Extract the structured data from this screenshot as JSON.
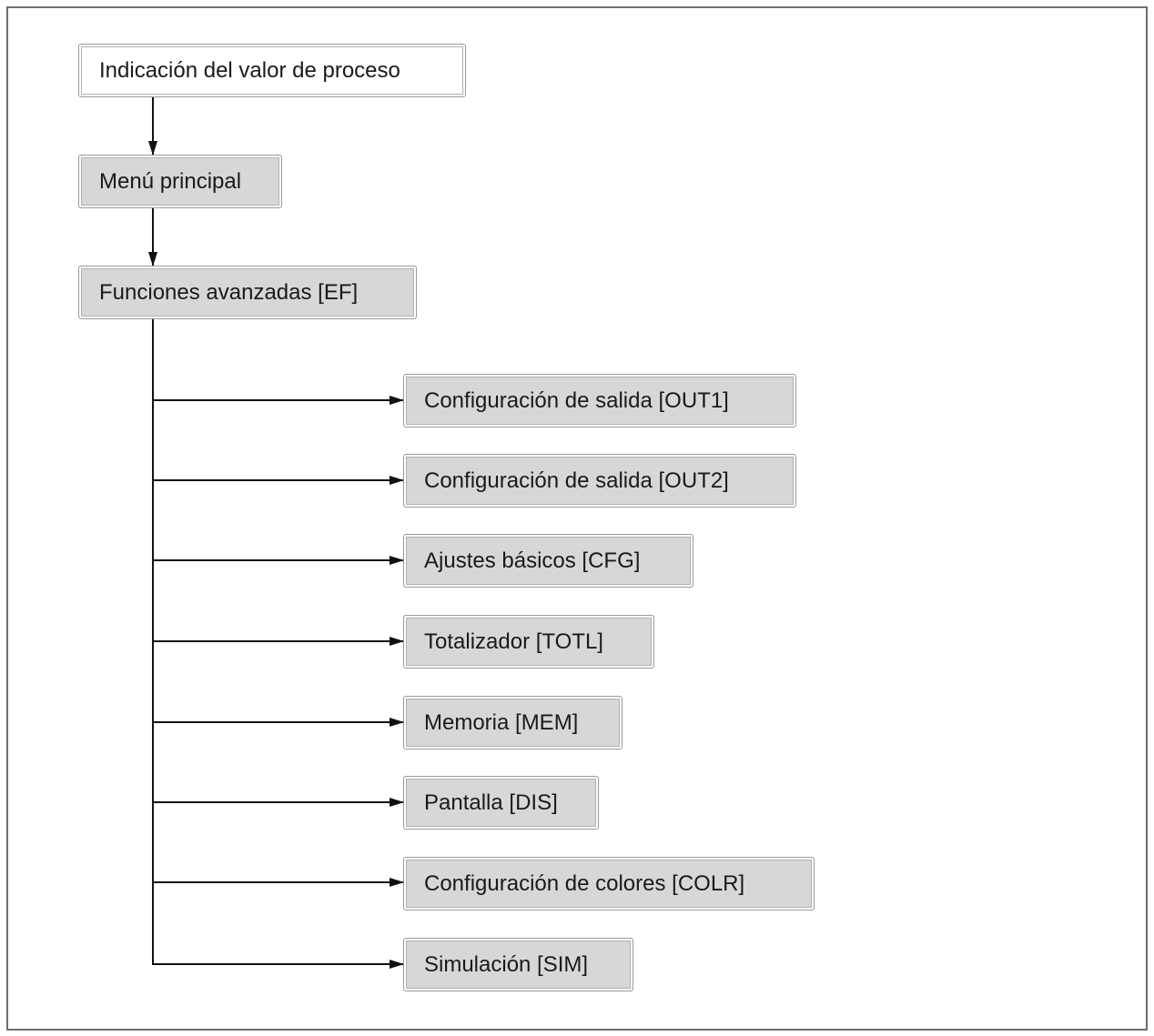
{
  "diagram": {
    "root": "Indicación del valor de proceso",
    "main_menu": "Menú principal",
    "advanced": "Funciones avanzadas [EF]",
    "items": [
      "Configuración de salida [OUT1]",
      "Configuración de salida [OUT2]",
      "Ajustes básicos [CFG]",
      "Totalizador [TOTL]",
      "Memoria [MEM]",
      "Pantalla [DIS]",
      "Configuración de colores [COLR]",
      "Simulación [SIM]"
    ]
  }
}
